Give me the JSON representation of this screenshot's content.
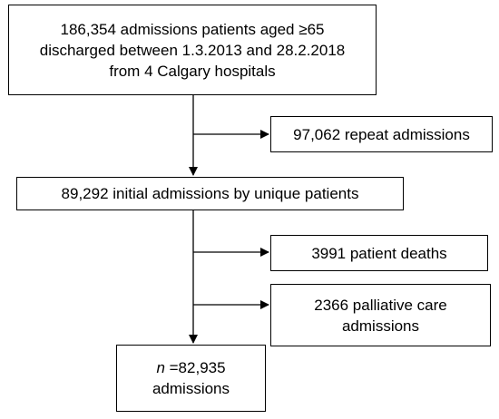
{
  "boxes": {
    "total": {
      "line1": "186,354 admissions patients aged ≥65",
      "line2": "discharged between 1.3.2013 and 28.2.2018",
      "line3": "from 4 Calgary hospitals"
    },
    "repeat": {
      "line1": "97,062 repeat admissions"
    },
    "initial": {
      "line1": "89,292 initial admissions by unique patients"
    },
    "deaths": {
      "line1": "3991 patient deaths"
    },
    "palliative": {
      "line1": "2366 palliative care",
      "line2": "admissions"
    },
    "final": {
      "n_label": "n",
      "n_value": " =82,935",
      "line2": "admissions"
    }
  }
}
